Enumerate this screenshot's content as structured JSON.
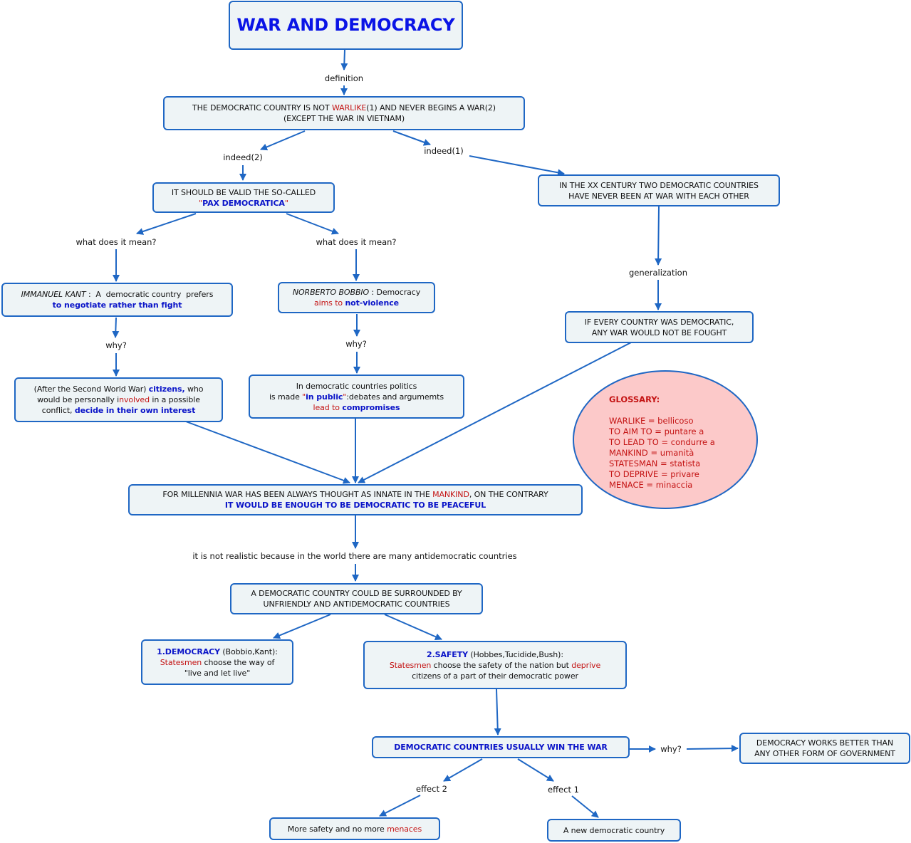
{
  "title": "WAR AND DEMOCRACY",
  "colors": {
    "border": "#1f67c4",
    "node_fill": "#eef4f6",
    "emphasis_blue": "#0a14c8",
    "emphasis_red": "#c41414",
    "glossary_fill": "#fcc9c9"
  },
  "nodes": [
    {
      "id": "definition-node",
      "lines": [
        [
          {
            "t": "THE DEMOCRATIC COUNTRY IS NOT "
          },
          {
            "t": "WARLIKE",
            "s": "r"
          },
          {
            "t": "(1) AND NEVER BEGINS A WAR(2)"
          }
        ],
        [
          {
            "t": "(EXCEPT THE WAR IN VIETNAM)"
          }
        ]
      ]
    },
    {
      "id": "pax-node",
      "lines": [
        [
          {
            "t": "IT SHOULD BE VALID THE SO-CALLED"
          }
        ],
        [
          {
            "t": "\"",
            "s": "r"
          },
          {
            "t": "PAX DEMOCRATICA",
            "s": "b"
          },
          {
            "t": "\"",
            "s": "r"
          }
        ]
      ]
    },
    {
      "id": "xx-century-node",
      "lines": [
        [
          {
            "t": "IN THE XX CENTURY TWO DEMOCRATIC COUNTRIES"
          }
        ],
        [
          {
            "t": "HAVE NEVER BEEN AT WAR WITH EACH OTHER"
          }
        ]
      ]
    },
    {
      "id": "kant-node",
      "lines": [
        [
          {
            "t": "IMMANUEL KANT",
            "s": "i"
          },
          {
            "t": " :  A  democratic country  prefers"
          }
        ],
        [
          {
            "t": "to negotiate rather than fight",
            "s": "b"
          }
        ]
      ]
    },
    {
      "id": "bobbio-node",
      "lines": [
        [
          {
            "t": "NORBERTO BOBBIO",
            "s": "i"
          },
          {
            "t": " : Democracy"
          }
        ],
        [
          {
            "t": "aims to ",
            "s": "r"
          },
          {
            "t": "not-violence",
            "s": "b"
          }
        ]
      ]
    },
    {
      "id": "if-every-node",
      "lines": [
        [
          {
            "t": "IF EVERY COUNTRY WAS DEMOCRATIC,"
          }
        ],
        [
          {
            "t": "ANY WAR WOULD NOT BE FOUGHT"
          }
        ]
      ]
    },
    {
      "id": "citizens-node",
      "lines": [
        [
          {
            "t": "(After the Second World War) "
          },
          {
            "t": "citizens,",
            "s": "b"
          },
          {
            "t": " who"
          }
        ],
        [
          {
            "t": "would be personally i"
          },
          {
            "t": "nvolved",
            "s": "r"
          },
          {
            "t": " in a possible"
          }
        ],
        [
          {
            "t": "conflict, "
          },
          {
            "t": "decide in their own interest",
            "s": "b"
          }
        ]
      ]
    },
    {
      "id": "public-node",
      "lines": [
        [
          {
            "t": "In democratic countries politics"
          }
        ],
        [
          {
            "t": "is made "
          },
          {
            "t": "\"",
            "s": "r"
          },
          {
            "t": "in public",
            "s": "b"
          },
          {
            "t": "\"",
            "s": "r"
          },
          {
            "t": ":debates and argumemts"
          }
        ],
        [
          {
            "t": "lead to ",
            "s": "r"
          },
          {
            "t": "compromises",
            "s": "b"
          }
        ]
      ]
    },
    {
      "id": "millennia-node",
      "lines": [
        [
          {
            "t": "FOR MILLENNIA WAR HAS BEEN ALWAYS THOUGHT AS INNATE IN THE "
          },
          {
            "t": "MANKIND",
            "s": "r"
          },
          {
            "t": ", ON THE CONTRARY"
          }
        ],
        [
          {
            "t": "IT WOULD BE ENOUGH TO BE DEMOCRATIC TO BE PEACEFUL",
            "s": "b"
          }
        ]
      ]
    },
    {
      "id": "surrounded-node",
      "lines": [
        [
          {
            "t": "A DEMOCRATIC COUNTRY COULD BE SURROUNDED BY"
          }
        ],
        [
          {
            "t": "UNFRIENDLY AND ANTIDEMOCRATIC COUNTRIES"
          }
        ]
      ]
    },
    {
      "id": "democracy-node",
      "lines": [
        [
          {
            "t": "1.DEMOCRACY",
            "s": "b"
          },
          {
            "t": " (Bobbio,Kant):"
          }
        ],
        [
          {
            "t": "Statesmen",
            "s": "r"
          },
          {
            "t": " choose the way of"
          }
        ],
        [
          {
            "t": "\"live and let live\""
          }
        ]
      ]
    },
    {
      "id": "safety-node",
      "lines": [
        [
          {
            "t": "2.SAFETY",
            "s": "b"
          },
          {
            "t": " (Hobbes,Tucidide,Bush):"
          }
        ],
        [
          {
            "t": "Statesmen",
            "s": "r"
          },
          {
            "t": " choose the safety of the nation but "
          },
          {
            "t": "deprive",
            "s": "r"
          }
        ],
        [
          {
            "t": "citizens of a part of their democratic power"
          }
        ]
      ]
    },
    {
      "id": "win-node",
      "lines": [
        [
          {
            "t": "DEMOCRATIC COUNTRIES USUALLY WIN THE WAR",
            "s": "b"
          }
        ]
      ]
    },
    {
      "id": "works-better-node",
      "lines": [
        [
          {
            "t": "DEMOCRACY WORKS BETTER THAN"
          }
        ],
        [
          {
            "t": "ANY OTHER FORM OF GOVERNMENT"
          }
        ]
      ]
    },
    {
      "id": "more-safety-node",
      "lines": [
        [
          {
            "t": "More safety and no more "
          },
          {
            "t": "menaces",
            "s": "r"
          }
        ]
      ]
    },
    {
      "id": "new-democratic-node",
      "lines": [
        [
          {
            "t": "A new democratic country"
          }
        ]
      ]
    }
  ],
  "links": [
    {
      "id": "definition",
      "text": "definition"
    },
    {
      "id": "indeed2",
      "text": "indeed(2)"
    },
    {
      "id": "indeed1",
      "text": "indeed(1)"
    },
    {
      "id": "mean1",
      "text": "what does it mean?"
    },
    {
      "id": "mean2",
      "text": "what does it mean?"
    },
    {
      "id": "generalization",
      "text": "generalization"
    },
    {
      "id": "why1",
      "text": "why?"
    },
    {
      "id": "why2",
      "text": "why?"
    },
    {
      "id": "realistic",
      "text": "it is not realistic because in the world there are many antidemocratic countries"
    },
    {
      "id": "why3",
      "text": "why?"
    },
    {
      "id": "effect2",
      "text": "effect 2"
    },
    {
      "id": "effect1",
      "text": "effect 1"
    }
  ],
  "glossary": {
    "title": "GLOSSARY:",
    "entries": [
      "WARLIKE = bellicoso",
      "TO AIM TO = puntare a",
      "TO LEAD TO = condurre a",
      "MANKIND = umanità",
      "STATESMAN = statista",
      "TO DEPRIVE = privare",
      "MENACE = minaccia"
    ]
  }
}
